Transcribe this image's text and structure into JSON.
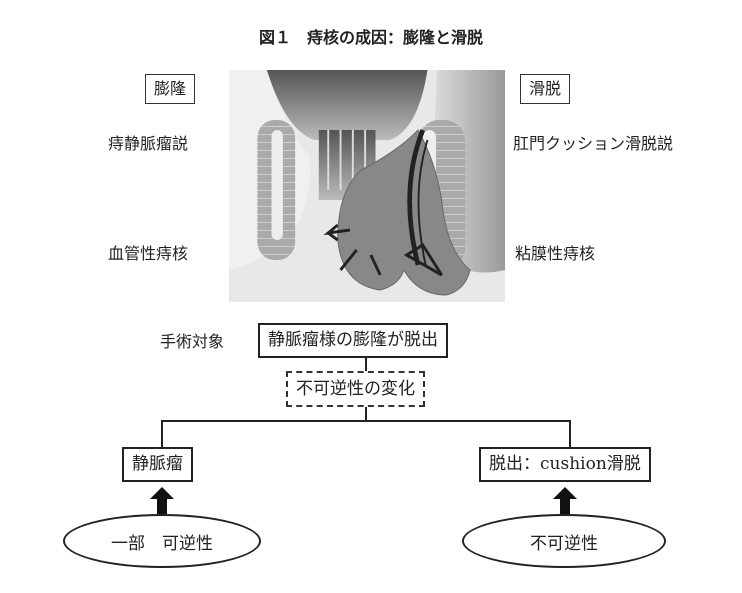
{
  "title": "図１　痔核の成因：膨隆と滑脱",
  "top": {
    "left_tag": "膨隆",
    "right_tag": "滑脱",
    "left_theory": "痔静脈瘤説",
    "left_type": "血管性痔核",
    "right_theory": "肛門クッション滑脱説",
    "right_type": "粘膜性痔核"
  },
  "flow": {
    "surgery_label": "手術対象",
    "main_box": "静脈瘤様の膨隆が脱出",
    "dashed_box": "不可逆性の変化",
    "left_box": "静脈瘤",
    "right_box": "脱出：cushion滑脱",
    "left_ellipse": "一部　可逆性",
    "right_ellipse": "不可逆性"
  }
}
